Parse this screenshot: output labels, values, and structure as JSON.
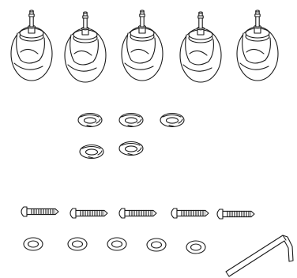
{
  "figure": {
    "parts": [
      {
        "name": "caster-wheel",
        "quantity": 5,
        "icon": "caster-wheel-icon"
      },
      {
        "name": "split-lock-washer",
        "quantity": 5,
        "icon": "lock-washer-icon"
      },
      {
        "name": "screw",
        "quantity": 5,
        "icon": "screw-icon"
      },
      {
        "name": "flat-washer",
        "quantity": 5,
        "icon": "flat-washer-icon"
      },
      {
        "name": "allen-key",
        "quantity": 1,
        "icon": "allen-key-icon"
      }
    ],
    "stroke_color": "#1a1a1a",
    "fill_color": "#ffffff"
  }
}
